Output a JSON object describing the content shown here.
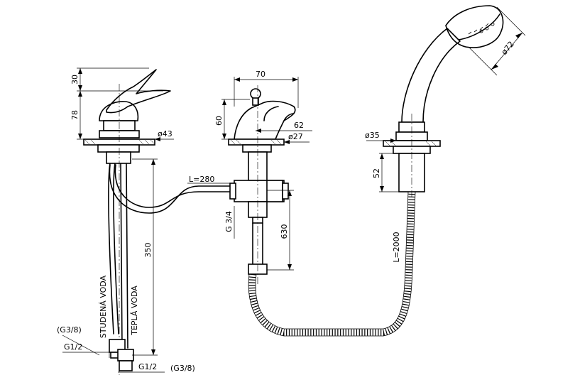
{
  "dimensions": {
    "lever_height": "30",
    "body_height": "78",
    "base_diameter_left": "ø43",
    "spout_length": "70",
    "center_height": "60",
    "spout_offset": "62",
    "base_diameter_center": "ø27",
    "hose_length_flexible": "L=280",
    "thread_center": "G 3/4",
    "riser_length": "630",
    "connection_height": "350",
    "handshower_diameter": "ø72",
    "holder_diameter": "ø35",
    "holder_height": "52",
    "shower_hose_length": "L=2000"
  },
  "labels": {
    "cold_water": "STUDENÁ VODA",
    "hot_water": "TEPLÁ VODA",
    "thread_g38_left": "(G3/8)",
    "thread_g12_left": "G1/2",
    "thread_g12_right": "G1/2",
    "thread_g38_right": "(G3/8)"
  }
}
